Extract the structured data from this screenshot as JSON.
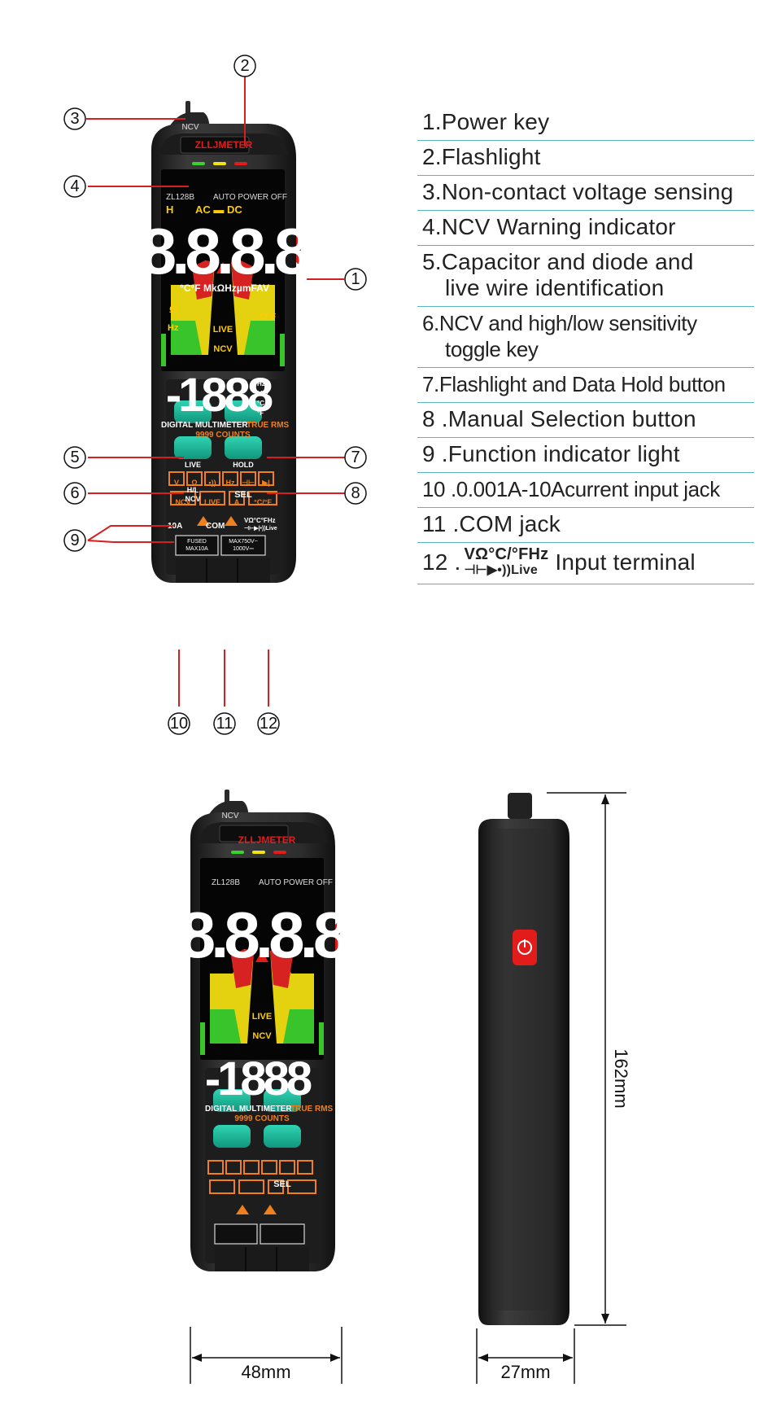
{
  "brand": "ZLLJMETER",
  "model": "ZL128B",
  "auto_power_off": "AUTO POWER OFF",
  "ncv_tip_label": "NCV",
  "lcd": {
    "hold": "H",
    "acdc": "AC ▬ DC",
    "main_digits": "8.8.8.8",
    "units_row": "°C°F MkΩHzµmFAV",
    "left_icons": "Ω",
    "hz": "Hz",
    "live": "LIVE",
    "ncv": "NCV",
    "sub_digits": "-1888",
    "sub_units": [
      "Hz",
      "kHz",
      "°C",
      "°F"
    ],
    "right_unit_f": "°C/°F"
  },
  "panel_text": {
    "line1_white": "DIGITAL MULTIMETER",
    "line1_orange": "TRUE RMS",
    "line2": "9999 COUNTS"
  },
  "buttons": {
    "live": "LIVE",
    "hold": "HOLD",
    "hl_ncv_top": "H/L",
    "hl_ncv_bottom": "NCV",
    "sel": "SEL"
  },
  "indicators_row1": [
    "V",
    "Ω",
    "•))",
    "Hz",
    "⊣⊢",
    "▶|"
  ],
  "indicators_row2": [
    "NCV",
    "LIVE",
    "A",
    "°C/°F"
  ],
  "terminals": {
    "a10": "10A",
    "com": "COM",
    "vohm": "VΩ°C°FHz",
    "vohm2": "⊣⊢▶|•))Live",
    "fused1": "FUSED",
    "fused2": "MAX10A",
    "max1": "MAX750V~",
    "max2": "1000V⎓"
  },
  "callouts": [
    "1",
    "2",
    "3",
    "4",
    "5",
    "6",
    "7",
    "8",
    "9",
    "10",
    "11",
    "12"
  ],
  "legend": [
    {
      "text": "1.Power key"
    },
    {
      "text": "2.Flashlight"
    },
    {
      "text": "3.Non-contact voltage sensing"
    },
    {
      "text": "4.NCV Warning indicator"
    },
    {
      "text": "5.Capacitor and diode and",
      "sub": "live wire identification"
    },
    {
      "text": "6.NCV and high/low sensitivity",
      "sub": "toggle key"
    },
    {
      "text": "7.Flashlight and Data Hold button"
    },
    {
      "text": "8 .Manual Selection button"
    },
    {
      "text": "9 .Function indicator light"
    },
    {
      "text": "10 .0.001A-10Acurrent input jack"
    },
    {
      "text": "11 .COM jack"
    },
    {
      "text": "12 .",
      "symbols_top": "VΩ°C/°FHz",
      "symbols_bottom": "⊣⊢▶•))Live",
      "tail": "Input terminal"
    }
  ],
  "dimensions": {
    "width": "48mm",
    "depth": "27mm",
    "height": "162mm"
  },
  "colors": {
    "teal_line": "#5ab6c6",
    "callout_red": "#d42020",
    "body_dark": "#2a2a2a",
    "button_green": "#1fb79a",
    "indicator_orange": "#f07f1e",
    "power_red": "#e21b1b"
  }
}
